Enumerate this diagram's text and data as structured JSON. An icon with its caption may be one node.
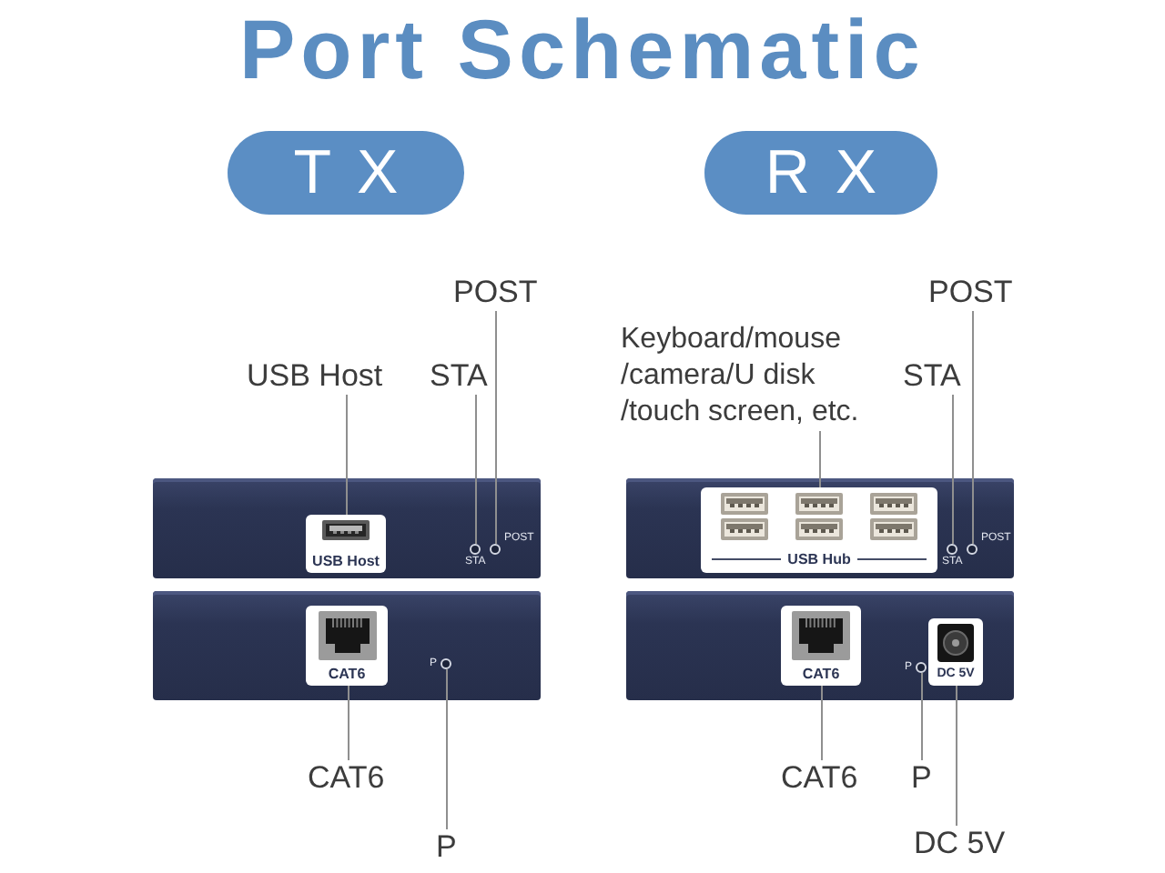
{
  "diagram": {
    "title": "Port Schematic",
    "nodes": [
      {
        "text": [
          "TX"
        ]
      },
      {
        "text": [
          "USB Host"
        ]
      },
      {
        "text": [
          "STA"
        ]
      },
      {
        "text": [
          "POST"
        ]
      },
      {
        "text": [],
        "shape": "box"
      },
      {
        "text": [
          "USB Host"
        ],
        "in": 4
      },
      {
        "text": [],
        "shape": "circle",
        "in": 4,
        "beside": [
          "STA"
        ]
      },
      {
        "text": [],
        "shape": "circle",
        "in": 4,
        "beside": [
          "POST"
        ]
      },
      {
        "text": [],
        "shape": "box"
      },
      {
        "text": [
          "CAT6"
        ],
        "in": 8
      },
      {
        "text": [],
        "shape": "circle",
        "in": 8,
        "beside": [
          "P"
        ]
      },
      {
        "text": [
          "CAT6"
        ]
      },
      {
        "text": [
          "P"
        ]
      },
      {
        "text": [
          "RX"
        ]
      },
      {
        "text": [
          "Keyboard/mouse /camera/U disk /touch screen, etc."
        ]
      },
      {
        "text": [
          "STA"
        ]
      },
      {
        "text": [
          "POST"
        ]
      },
      {
        "text": [],
        "shape": "box"
      },
      {
        "text": [
          "USB Hub"
        ],
        "in": 17
      },
      {
        "text": [],
        "shape": "circle",
        "in": 17,
        "beside": [
          "STA"
        ]
      },
      {
        "text": [],
        "shape": "circle",
        "in": 17,
        "beside": [
          "POST"
        ]
      },
      {
        "text": [],
        "shape": "box"
      },
      {
        "text": [
          "CAT6"
        ],
        "in": 21
      },
      {
        "text": [],
        "shape": "circle",
        "in": 21,
        "beside": [
          "P"
        ]
      },
      {
        "text": [
          "DC 5V"
        ],
        "in": 21
      },
      {
        "text": [
          "CAT6"
        ]
      },
      {
        "text": [
          "P"
        ]
      },
      {
        "text": [
          "DC 5V"
        ]
      }
    ],
    "edges": [
      {
        "from": 1,
        "to": 5,
        "arrow": "none"
      },
      {
        "from": 2,
        "to": 6,
        "arrow": "none"
      },
      {
        "from": 3,
        "to": 7,
        "arrow": "none"
      },
      {
        "from": 11,
        "to": 9,
        "arrow": "none"
      },
      {
        "from": 12,
        "to": 10,
        "arrow": "none"
      },
      {
        "from": 14,
        "to": 18,
        "arrow": "none"
      },
      {
        "from": 15,
        "to": 19,
        "arrow": "none"
      },
      {
        "from": 16,
        "to": 20,
        "arrow": "none"
      },
      {
        "from": 25,
        "to": 22,
        "arrow": "none"
      },
      {
        "from": 26,
        "to": 23,
        "arrow": "none"
      },
      {
        "from": 27,
        "to": 24,
        "arrow": "none"
      }
    ]
  }
}
